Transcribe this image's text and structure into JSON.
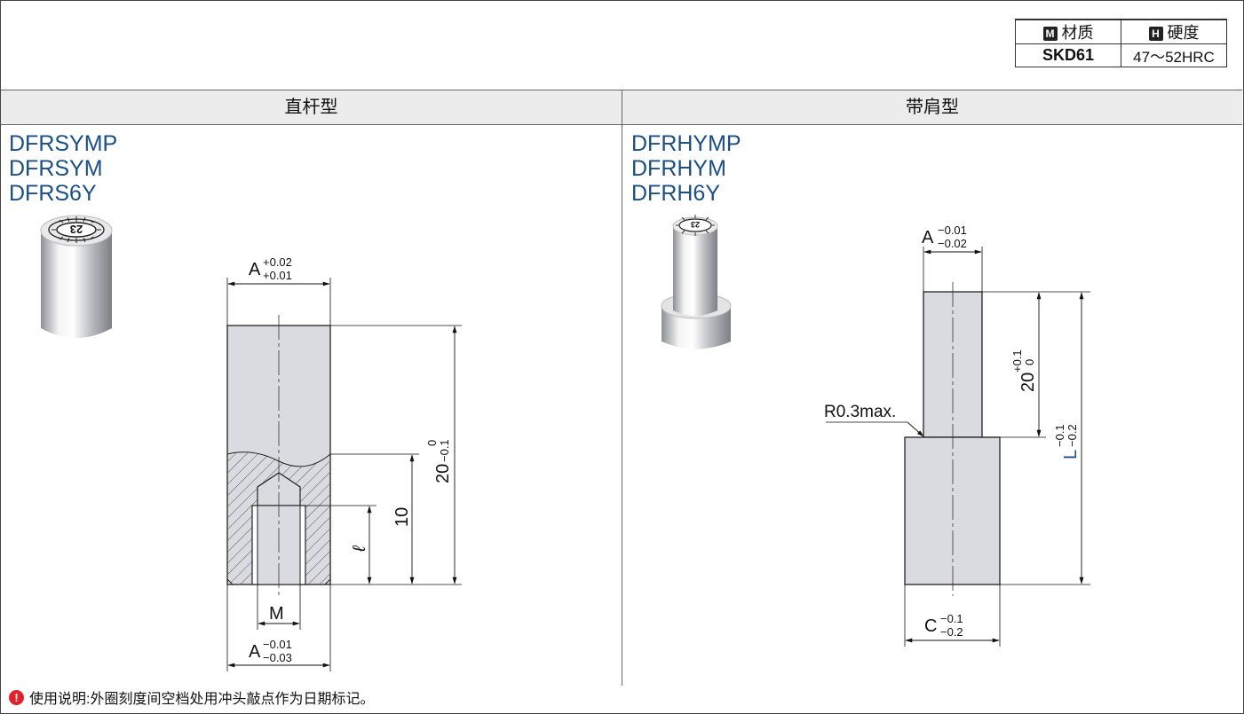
{
  "material_table": {
    "material_badge": "M",
    "material_header": "材质",
    "hardness_badge": "H",
    "hardness_header": "硬度",
    "material_value": "SKD61",
    "hardness_value": "47～52HRC"
  },
  "left": {
    "header": "直杆型",
    "codes": [
      "DFRSYMP",
      "DFRSYM",
      "DFRS6Y"
    ],
    "stamp_number": "23",
    "dims": {
      "top_a": "A",
      "top_a_upper": "+0.02",
      "top_a_lower": "+0.01",
      "length_main": "20",
      "length_upper": "0",
      "length_lower": "−0.1",
      "ten": "10",
      "ell": "ℓ",
      "m": "M",
      "bottom_a": "A",
      "bottom_a_upper": "−0.01",
      "bottom_a_lower": "−0.03"
    }
  },
  "right": {
    "header": "带肩型",
    "codes": [
      "DFRHYMP",
      "DFRHYM",
      "DFRH6Y"
    ],
    "stamp_number": "23",
    "dims": {
      "top_a": "A",
      "top_a_upper": "−0.01",
      "top_a_lower": "−0.02",
      "twenty": "20",
      "twenty_upper": "+0.1",
      "twenty_lower": "0",
      "radius": "R0.3max.",
      "l": "L",
      "l_upper": "−0.1",
      "l_lower": "−0.2",
      "c": "C",
      "c_upper": "−0.1",
      "c_lower": "−0.2"
    }
  },
  "note": {
    "icon": "!",
    "text": "使用说明:外圈刻度间空档处用冲头敲点作为日期标记。"
  },
  "colors": {
    "code_blue": "#1a4f86",
    "part_fill": "#d9dbe0",
    "warn_red": "#e3212d"
  }
}
